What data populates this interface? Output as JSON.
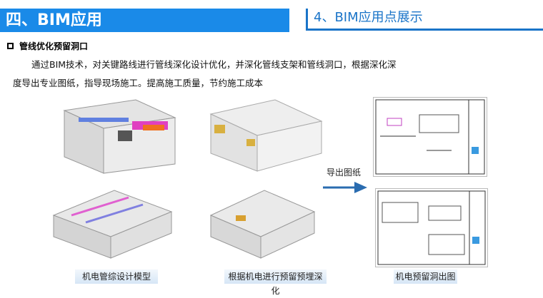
{
  "header": {
    "title": "四、BIM应用",
    "subtitle": "4、BIM应用点展示"
  },
  "section": {
    "title": "管线优化预留洞口",
    "para_line1": "通过BIM技术，对关键路线进行管线深化设计优化，并深化管线支架和管线洞口，根据深化深",
    "para_line2": "度导出专业图纸，指导现场施工。提高施工质量，节约施工成本"
  },
  "arrow_label": "导出图纸",
  "captions": [
    "机电管综设计模型",
    "根据机电进行预留预埋深化",
    "机电预留洞出图"
  ],
  "colors": {
    "header_bg": "#1a8ae8",
    "accent": "#1a74c8"
  }
}
